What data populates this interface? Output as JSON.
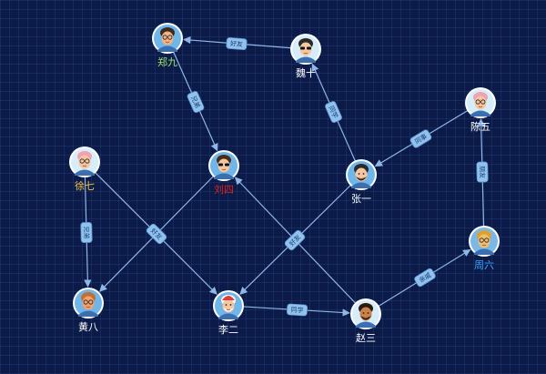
{
  "graph": {
    "nodes": [
      {
        "id": "zheng9",
        "label": "郑九",
        "color": "#9fe06a",
        "skin": "#f4b183",
        "hair": "#3b2a20",
        "bg": "#6fb7ea",
        "avatar": "man-glasses-icon"
      },
      {
        "id": "wei10",
        "label": "魏十",
        "color": "#ffffff",
        "skin": "#f6c6a0",
        "hair": "#2a2a2a",
        "bg": "#d6eefa",
        "avatar": "man-sunglasses-icon"
      },
      {
        "id": "chen5",
        "label": "陈五",
        "color": "#ffffff",
        "skin": "#f6c6a0",
        "hair": "#f2a0b4",
        "bg": "#d6eefa",
        "avatar": "elder-glasses-icon"
      },
      {
        "id": "xu7",
        "label": "徐七",
        "color": "#f7c948",
        "skin": "#f6c6a0",
        "hair": "#f2a0b4",
        "bg": "#d6eefa",
        "avatar": "elder-glasses-icon"
      },
      {
        "id": "liu4",
        "label": "刘四",
        "color": "#e02020",
        "skin": "#f6c6a0",
        "hair": "#4a2a1a",
        "bg": "#6fb7ea",
        "avatar": "woman-sunglasses-icon"
      },
      {
        "id": "zhang1",
        "label": "张一",
        "color": "#ffffff",
        "skin": "#f6c6a0",
        "hair": "#2a2a2a",
        "bg": "#6fb7ea",
        "avatar": "man-beard-icon"
      },
      {
        "id": "zhou6",
        "label": "周六",
        "color": "#35a7ff",
        "skin": "#f0c070",
        "hair": "#e0a030",
        "bg": "#7ab8e8",
        "avatar": "man-glasses-icon"
      },
      {
        "id": "huang8",
        "label": "黄八",
        "color": "#ffffff",
        "skin": "#f4a070",
        "hair": "#c07030",
        "bg": "#6fb7ea",
        "avatar": "man-glasses-icon"
      },
      {
        "id": "li2",
        "label": "李二",
        "color": "#ffffff",
        "skin": "#f6c6a0",
        "hair": "#ffffff",
        "bg": "#6fb7ea",
        "avatar": "santa-icon"
      },
      {
        "id": "zhao3",
        "label": "赵三",
        "color": "#ffffff",
        "skin": "#c8824a",
        "hair": "#2a1a10",
        "bg": "#d6eefa",
        "avatar": "man-beard-icon"
      }
    ],
    "edges": [
      {
        "from": "wei10",
        "to": "zheng9",
        "label": "好友"
      },
      {
        "from": "zheng9",
        "to": "liu4",
        "label": "兄弟"
      },
      {
        "from": "zhang1",
        "to": "wei10",
        "label": "同学"
      },
      {
        "from": "chen5",
        "to": "zhang1",
        "label": "同事"
      },
      {
        "from": "zhou6",
        "to": "chen5",
        "label": "朋友"
      },
      {
        "from": "zhao3",
        "to": "zhou6",
        "label": "亲戚"
      },
      {
        "from": "li2",
        "to": "zhao3",
        "label": "同学"
      },
      {
        "from": "zhang1",
        "to": "li2",
        "label": "好友"
      },
      {
        "from": "zhao3",
        "to": "liu4",
        "label": ""
      },
      {
        "from": "xu7",
        "to": "li2",
        "label": "好友"
      },
      {
        "from": "liu4",
        "to": "huang8",
        "label": ""
      },
      {
        "from": "xu7",
        "to": "huang8",
        "label": "兄弟"
      }
    ]
  }
}
